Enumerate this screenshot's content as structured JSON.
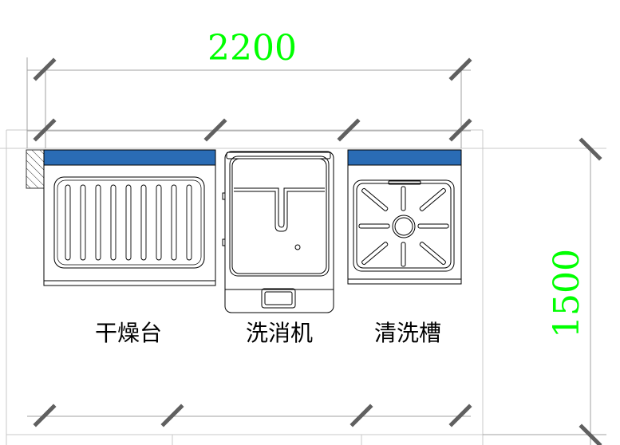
{
  "dimensions": {
    "width_label": "2200",
    "depth_label": "1500"
  },
  "equipment": [
    {
      "id": "drying-table",
      "label": "干燥台"
    },
    {
      "id": "dishwasher",
      "label": "洗消机"
    },
    {
      "id": "sink",
      "label": "清洗槽"
    }
  ],
  "colors": {
    "dimension_text": "#00ff00",
    "counter_top": "#2a6cb5",
    "outline": "#000000",
    "dimension_line": "#a0a0a0",
    "tick_mark": "#606060"
  }
}
